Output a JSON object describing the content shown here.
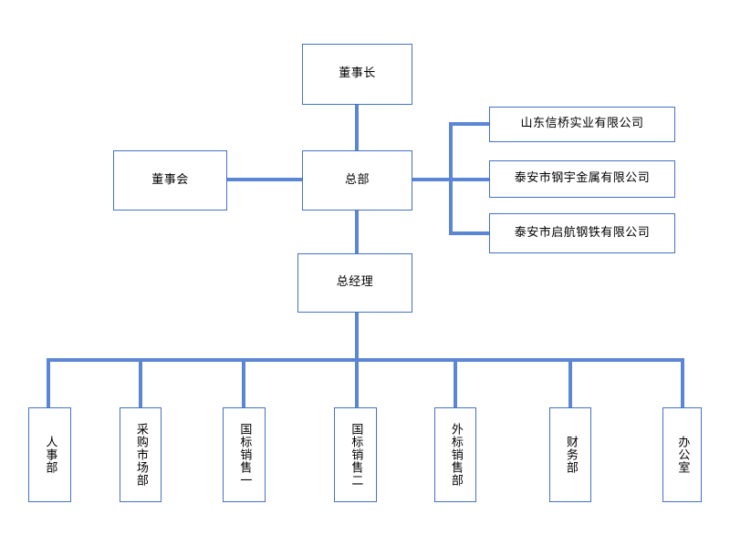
{
  "chart_data": {
    "type": "diagram",
    "title": "",
    "diagram_kind": "organization-chart",
    "orientation": "top-down",
    "accent_color": "#4472C4",
    "connector_color": "#5B86D6",
    "box_border_color": "#4472C4",
    "background_color": "#FFFFFF",
    "text_color": "#000000",
    "nodes": [
      {
        "id": "chairman",
        "label": "董事长",
        "level": 0,
        "text_direction": "horizontal"
      },
      {
        "id": "board",
        "label": "董事会",
        "level": 1,
        "text_direction": "horizontal"
      },
      {
        "id": "headquarters",
        "label": "总部",
        "level": 1,
        "text_direction": "horizontal"
      },
      {
        "id": "sub1",
        "label": "山东信桥实业有限公司",
        "level": 1,
        "text_direction": "horizontal"
      },
      {
        "id": "sub2",
        "label": "泰安市钢宇金属有限公司",
        "level": 1,
        "text_direction": "horizontal"
      },
      {
        "id": "sub3",
        "label": "泰安市启航钢铁有限公司",
        "level": 1,
        "text_direction": "horizontal"
      },
      {
        "id": "gm",
        "label": "总经理",
        "level": 2,
        "text_direction": "horizontal"
      },
      {
        "id": "dept1",
        "label": "人事部",
        "level": 3,
        "text_direction": "vertical"
      },
      {
        "id": "dept2",
        "label": "采购市场部",
        "level": 3,
        "text_direction": "vertical"
      },
      {
        "id": "dept3",
        "label": "国标销售一",
        "level": 3,
        "text_direction": "vertical"
      },
      {
        "id": "dept4",
        "label": "国标销售二",
        "level": 3,
        "text_direction": "vertical"
      },
      {
        "id": "dept5",
        "label": "外标销售部",
        "level": 3,
        "text_direction": "vertical"
      },
      {
        "id": "dept6",
        "label": "财务部",
        "level": 3,
        "text_direction": "vertical"
      },
      {
        "id": "dept7",
        "label": "办公室",
        "level": 3,
        "text_direction": "vertical"
      }
    ],
    "edges": [
      {
        "from": "chairman",
        "to": "headquarters"
      },
      {
        "from": "board",
        "to": "headquarters"
      },
      {
        "from": "headquarters",
        "to": "sub1"
      },
      {
        "from": "headquarters",
        "to": "sub2"
      },
      {
        "from": "headquarters",
        "to": "sub3"
      },
      {
        "from": "headquarters",
        "to": "gm"
      },
      {
        "from": "gm",
        "to": "dept1"
      },
      {
        "from": "gm",
        "to": "dept2"
      },
      {
        "from": "gm",
        "to": "dept3"
      },
      {
        "from": "gm",
        "to": "dept4"
      },
      {
        "from": "gm",
        "to": "dept5"
      },
      {
        "from": "gm",
        "to": "dept6"
      },
      {
        "from": "gm",
        "to": "dept7"
      }
    ]
  },
  "top": {
    "chairman": "董事长"
  },
  "middle": {
    "board": "董事会",
    "headquarters": "总部",
    "subsidiaries": [
      "山东信桥实业有限公司",
      "泰安市钢宇金属有限公司",
      "泰安市启航钢铁有限公司"
    ]
  },
  "manager": {
    "general_manager": "总经理"
  },
  "departments": [
    "人事部",
    "采购市场部",
    "国标销售一",
    "国标销售二",
    "外标销售部",
    "财务部",
    "办公室"
  ]
}
